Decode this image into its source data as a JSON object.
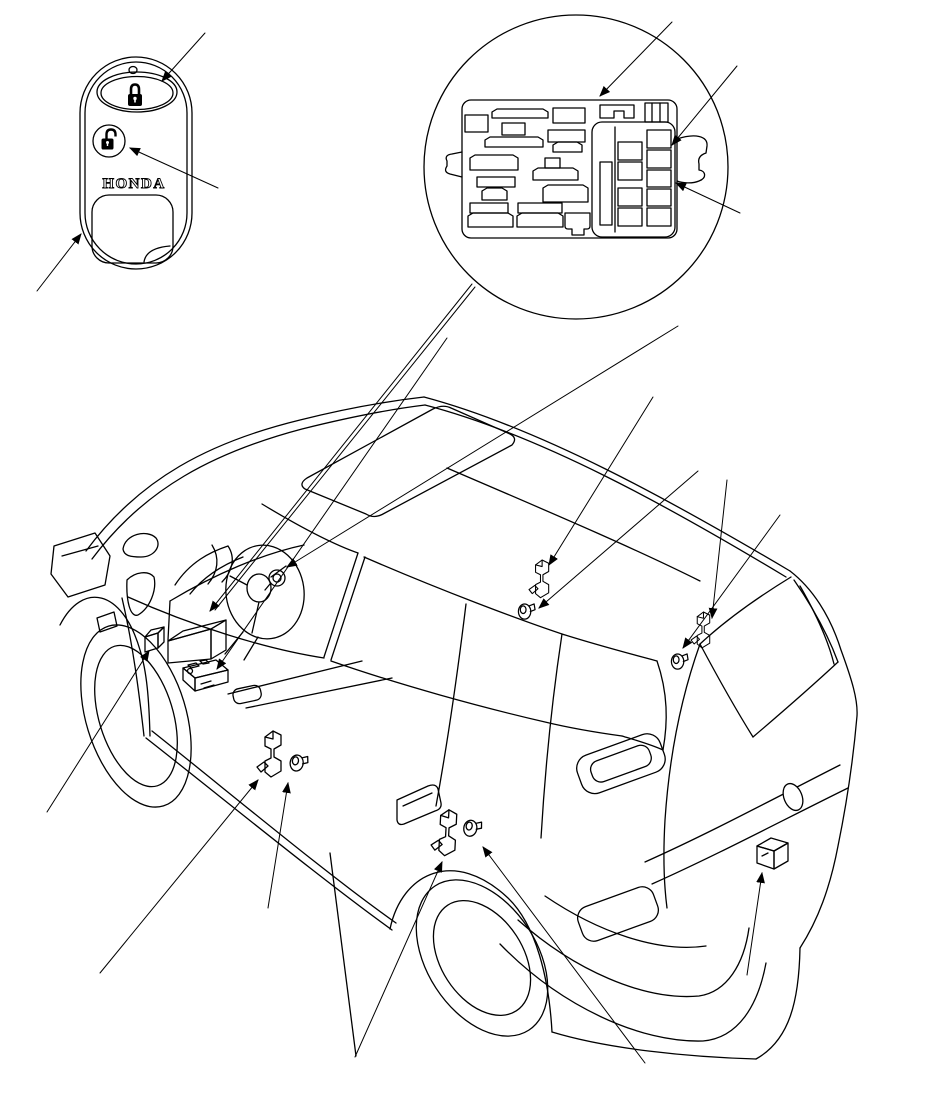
{
  "page": {
    "background": "#ffffff",
    "ink": "#000000",
    "figure_type": "keyless entry component location diagram"
  },
  "key_fob": {
    "brand": "HONDA",
    "buttons": [
      {
        "name": "lock",
        "icon": "padlock-closed-icon"
      },
      {
        "name": "unlock",
        "icon": "padlock-open-icon"
      }
    ]
  },
  "detail_view": {
    "shape": "magnifier-circle",
    "content": "under-dash fuse/relay box",
    "fuse_count": 20,
    "relay_columns": 2
  },
  "callouts": {
    "arrow_count": 19,
    "arrow_color": "#000000"
  }
}
